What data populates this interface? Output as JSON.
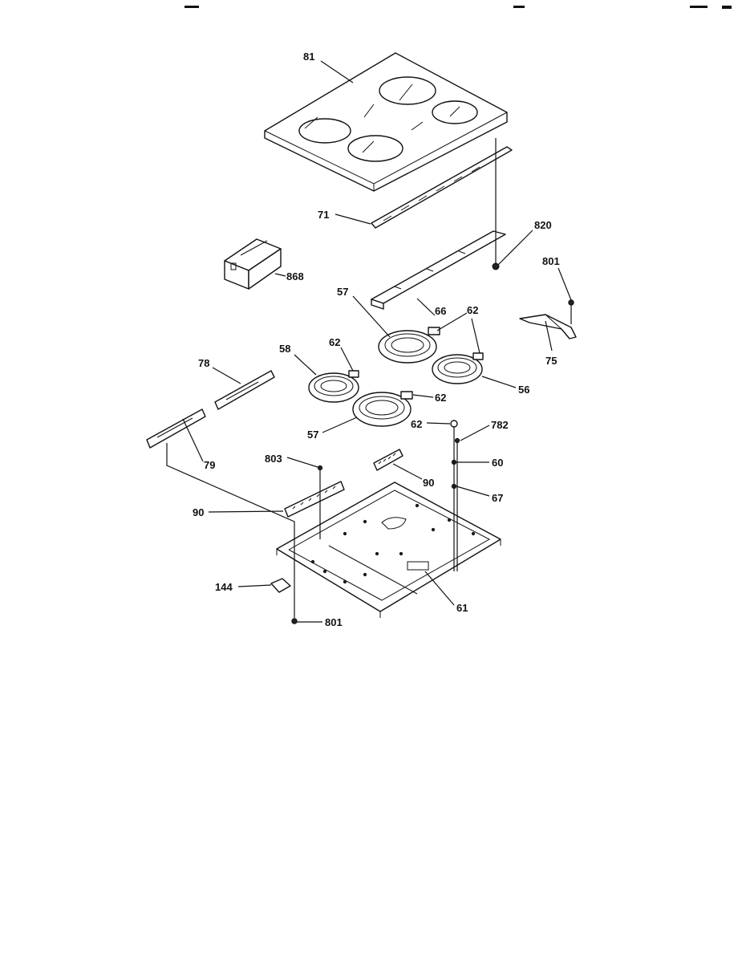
{
  "callouts": {
    "c81_top": "81",
    "c71": "71",
    "c820": "820",
    "c801_right": "801",
    "c868": "868",
    "c57_top": "57",
    "c66": "66",
    "c62_a": "62",
    "c75": "75",
    "c58": "58",
    "c62_b": "62",
    "c78": "78",
    "c56": "56",
    "c62_c": "62",
    "c57_bot": "57",
    "c62_d": "62",
    "c782": "782",
    "c79": "79",
    "c803": "803",
    "c60": "60",
    "c90_right": "90",
    "c67": "67",
    "c90_left": "90",
    "c144": "144",
    "c81_bot": "61",
    "c801_bot": "801"
  }
}
